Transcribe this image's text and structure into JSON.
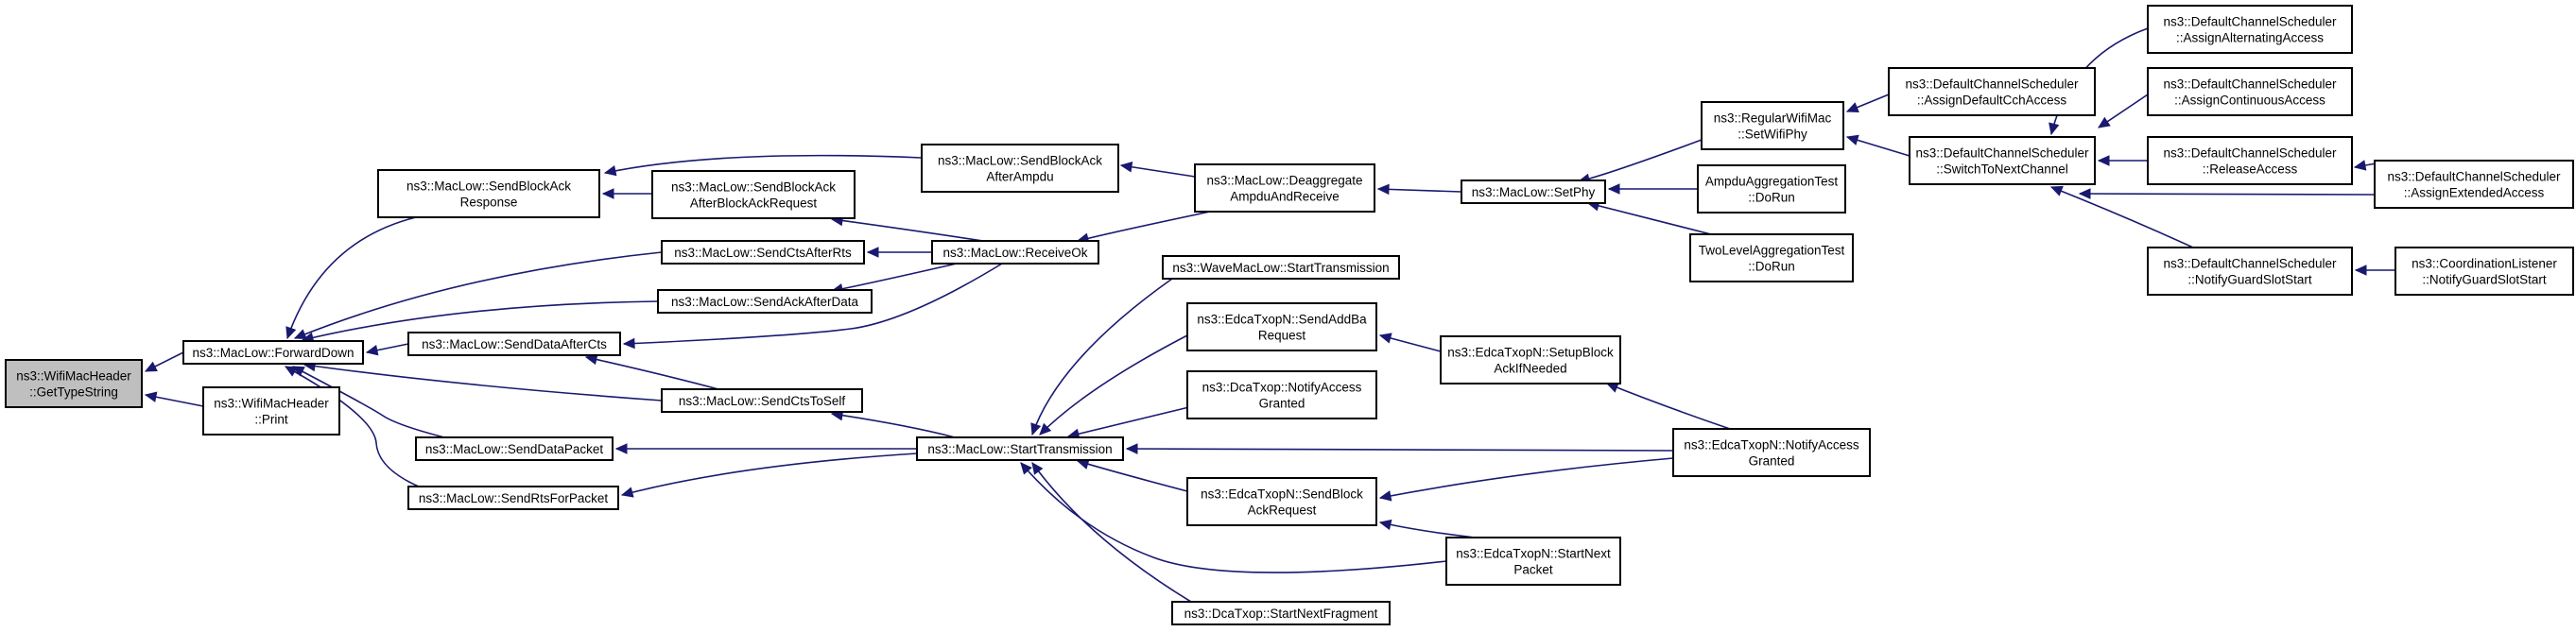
{
  "nodes": [
    {
      "id": "gettypestring",
      "lines": [
        "ns3::WifiMacHeader",
        "::GetTypeString"
      ],
      "root": true
    },
    {
      "id": "forwarddown",
      "lines": [
        "ns3::MacLow::ForwardDown"
      ]
    },
    {
      "id": "print",
      "lines": [
        "ns3::WifiMacHeader",
        "::Print"
      ]
    },
    {
      "id": "sendblockackresponse",
      "lines": [
        "ns3::MacLow::SendBlockAck",
        "Response"
      ]
    },
    {
      "id": "sendctsafterrts",
      "lines": [
        "ns3::MacLow::SendCtsAfterRts"
      ]
    },
    {
      "id": "sendackafterdata",
      "lines": [
        "ns3::MacLow::SendAckAfterData"
      ]
    },
    {
      "id": "senddataafterctS",
      "lines": [
        "ns3::MacLow::SendDataAfterCts"
      ]
    },
    {
      "id": "sendctstoself",
      "lines": [
        "ns3::MacLow::SendCtsToSelf"
      ]
    },
    {
      "id": "senddatapacket",
      "lines": [
        "ns3::MacLow::SendDataPacket"
      ]
    },
    {
      "id": "sendrtsforpacket",
      "lines": [
        "ns3::MacLow::SendRtsForPacket"
      ]
    },
    {
      "id": "sendblockackafterblockackrequest",
      "lines": [
        "ns3::MacLow::SendBlockAck",
        "AfterBlockAckRequest"
      ]
    },
    {
      "id": "sendblockackafterampdu",
      "lines": [
        "ns3::MacLow::SendBlockAck",
        "AfterAmpdu"
      ]
    },
    {
      "id": "receiveok",
      "lines": [
        "ns3::MacLow::ReceiveOk"
      ]
    },
    {
      "id": "deaggregate",
      "lines": [
        "ns3::MacLow::Deaggregate",
        "AmpduAndReceive"
      ]
    },
    {
      "id": "setphy",
      "lines": [
        "ns3::MacLow::SetPhy"
      ]
    },
    {
      "id": "starttransmission",
      "lines": [
        "ns3::MacLow::StartTransmission"
      ]
    },
    {
      "id": "wavestarttransmission",
      "lines": [
        "ns3::WaveMacLow::StartTransmission"
      ]
    },
    {
      "id": "sendaddba",
      "lines": [
        "ns3::EdcaTxopN::SendAddBa",
        "Request"
      ]
    },
    {
      "id": "dcanotify",
      "lines": [
        "ns3::DcaTxop::NotifyAccess",
        "Granted"
      ]
    },
    {
      "id": "sendblockackrequest",
      "lines": [
        "ns3::EdcaTxopN::SendBlock",
        "AckRequest"
      ]
    },
    {
      "id": "startnextfragment",
      "lines": [
        "ns3::DcaTxop::StartNextFragment"
      ]
    },
    {
      "id": "setupblockack",
      "lines": [
        "ns3::EdcaTxopN::SetupBlock",
        "AckIfNeeded"
      ]
    },
    {
      "id": "edcanotify",
      "lines": [
        "ns3::EdcaTxopN::NotifyAccess",
        "Granted"
      ]
    },
    {
      "id": "startnextpacket",
      "lines": [
        "ns3::EdcaTxopN::StartNext",
        "Packet"
      ]
    },
    {
      "id": "regularsetwifiphy",
      "lines": [
        "ns3::RegularWifiMac",
        "::SetWifiPhy"
      ]
    },
    {
      "id": "ampdutest",
      "lines": [
        "AmpduAggregationTest",
        "::DoRun"
      ]
    },
    {
      "id": "twoleveltest",
      "lines": [
        "TwoLevelAggregationTest",
        "::DoRun"
      ]
    },
    {
      "id": "assigndefaultcch",
      "lines": [
        "ns3::DefaultChannelScheduler",
        "::AssignDefaultCchAccess"
      ]
    },
    {
      "id": "switchtonext",
      "lines": [
        "ns3::DefaultChannelScheduler",
        "::SwitchToNextChannel"
      ]
    },
    {
      "id": "assignalternating",
      "lines": [
        "ns3::DefaultChannelScheduler",
        "::AssignAlternatingAccess"
      ]
    },
    {
      "id": "assigncontinuous",
      "lines": [
        "ns3::DefaultChannelScheduler",
        "::AssignContinuousAccess"
      ]
    },
    {
      "id": "releaseaccess",
      "lines": [
        "ns3::DefaultChannelScheduler",
        "::ReleaseAccess"
      ]
    },
    {
      "id": "notifyguardslot",
      "lines": [
        "ns3::DefaultChannelScheduler",
        "::NotifyGuardSlotStart"
      ]
    },
    {
      "id": "assignextended",
      "lines": [
        "ns3::DefaultChannelScheduler",
        "::AssignExtendedAccess"
      ]
    },
    {
      "id": "coordinationlistener",
      "lines": [
        "ns3::CoordinationListener",
        "::NotifyGuardSlotStart"
      ]
    }
  ],
  "edges": [
    [
      "forwarddown",
      "gettypestring"
    ],
    [
      "print",
      "gettypestring"
    ],
    [
      "sendblockackresponse",
      "forwarddown"
    ],
    [
      "sendctsafterrts",
      "forwarddown"
    ],
    [
      "sendackafterdata",
      "forwarddown"
    ],
    [
      "senddataafterctS",
      "forwarddown"
    ],
    [
      "sendctstoself",
      "forwarddown"
    ],
    [
      "senddatapacket",
      "forwarddown"
    ],
    [
      "sendrtsforpacket",
      "forwarddown"
    ],
    [
      "sendblockackafterblockackrequest",
      "sendblockackresponse"
    ],
    [
      "sendblockackafterampdu",
      "sendblockackresponse"
    ],
    [
      "receiveok",
      "sendctsafterrts"
    ],
    [
      "receiveok",
      "sendackafterdata"
    ],
    [
      "receiveok",
      "senddataafterctS"
    ],
    [
      "receiveok",
      "sendblockackafterblockackrequest"
    ],
    [
      "sendctstoself",
      "senddataafterctS"
    ],
    [
      "starttransmission",
      "sendctstoself"
    ],
    [
      "starttransmission",
      "senddatapacket"
    ],
    [
      "starttransmission",
      "sendrtsforpacket"
    ],
    [
      "deaggregate",
      "sendblockackafterampdu"
    ],
    [
      "deaggregate",
      "receiveok"
    ],
    [
      "setphy",
      "deaggregate"
    ],
    [
      "wavestarttransmission",
      "starttransmission"
    ],
    [
      "sendaddba",
      "starttransmission"
    ],
    [
      "dcanotify",
      "starttransmission"
    ],
    [
      "sendblockackrequest",
      "starttransmission"
    ],
    [
      "startnextfragment",
      "starttransmission"
    ],
    [
      "startnextpacket",
      "starttransmission"
    ],
    [
      "edcanotify",
      "starttransmission"
    ],
    [
      "setupblockack",
      "sendaddba"
    ],
    [
      "edcanotify",
      "setupblockack"
    ],
    [
      "edcanotify",
      "sendblockackrequest"
    ],
    [
      "startnextpacket",
      "sendblockackrequest"
    ],
    [
      "regularsetwifiphy",
      "setphy"
    ],
    [
      "ampdutest",
      "setphy"
    ],
    [
      "twoleveltest",
      "setphy"
    ],
    [
      "assigndefaultcch",
      "regularsetwifiphy"
    ],
    [
      "switchtonext",
      "regularsetwifiphy"
    ],
    [
      "assignalternating",
      "switchtonext"
    ],
    [
      "assigncontinuous",
      "switchtonext"
    ],
    [
      "releaseaccess",
      "switchtonext"
    ],
    [
      "notifyguardslot",
      "switchtonext"
    ],
    [
      "assignextended",
      "switchtonext"
    ],
    [
      "assignextended",
      "releaseaccess"
    ],
    [
      "coordinationlistener",
      "notifyguardslot"
    ]
  ]
}
